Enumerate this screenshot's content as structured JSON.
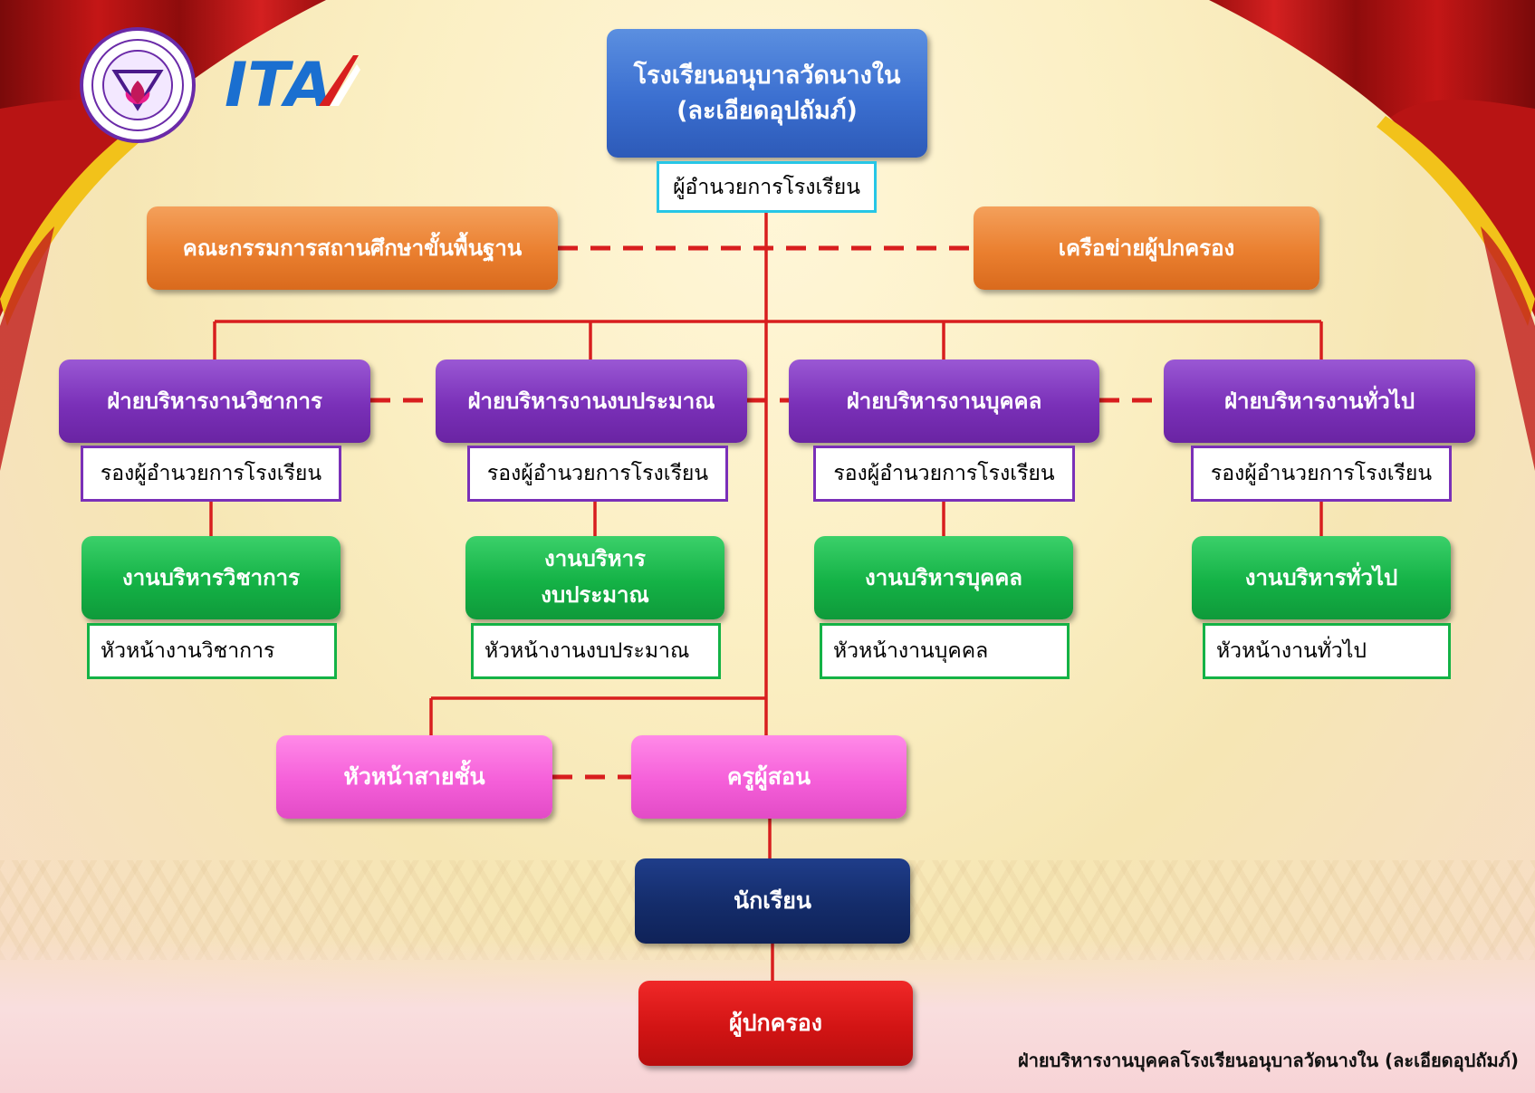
{
  "top": {
    "school_name_line1": "โรงเรียนอนุบาลวัดนางใน",
    "school_name_line2": "(ละเอียดอุปถัมภ์)",
    "director": "ผู้อำนวยการโรงเรียน"
  },
  "committee": {
    "basic_education_board": "คณะกรรมการสถานศึกษาขั้นพื้นฐาน",
    "parent_network": "เครือข่ายผู้ปกครอง"
  },
  "departments": [
    {
      "name": "ฝ่ายบริหารงานวิชาการ",
      "deputy": "รองผู้อำนวยการโรงเรียน",
      "work": "งานบริหารวิชาการ",
      "head": "หัวหน้างานวิชาการ"
    },
    {
      "name": "ฝ่ายบริหารงานงบประมาณ",
      "deputy": "รองผู้อำนวยการโรงเรียน",
      "work_line1": "งานบริหาร",
      "work_line2": "งบประมาณ",
      "head": "หัวหน้างานงบประมาณ"
    },
    {
      "name": "ฝ่ายบริหารงานบุคคล",
      "deputy": "รองผู้อำนวยการโรงเรียน",
      "work": "งานบริหารบุคคล",
      "head": "หัวหน้างานบุคคล"
    },
    {
      "name": "ฝ่ายบริหารงานทั่วไป",
      "deputy": "รองผู้อำนวยการโรงเรียน",
      "work": "งานบริหารทั่วไป",
      "head": "หัวหน้างานทั่วไป"
    }
  ],
  "lower": {
    "grade_level_head": "หัวหน้าสายชั้น",
    "teachers": "ครูผู้สอน",
    "students": "นักเรียน",
    "parents": "ผู้ปกครอง"
  },
  "logos": {
    "ita": "ITA"
  },
  "footer": "ฝ่ายบริหารงานบุคคลโรงเรียนอนุบาลวัดนางใน (ละเอียดอุปถัมภ์)",
  "colors": {
    "line": "#d81e1e",
    "blue": "#3b6fd0",
    "orange": "#ea7f2f",
    "purple": "#7a30b8",
    "green": "#14b246",
    "pink": "#f55fd9",
    "navy": "#142c6a",
    "red": "#d21414"
  }
}
